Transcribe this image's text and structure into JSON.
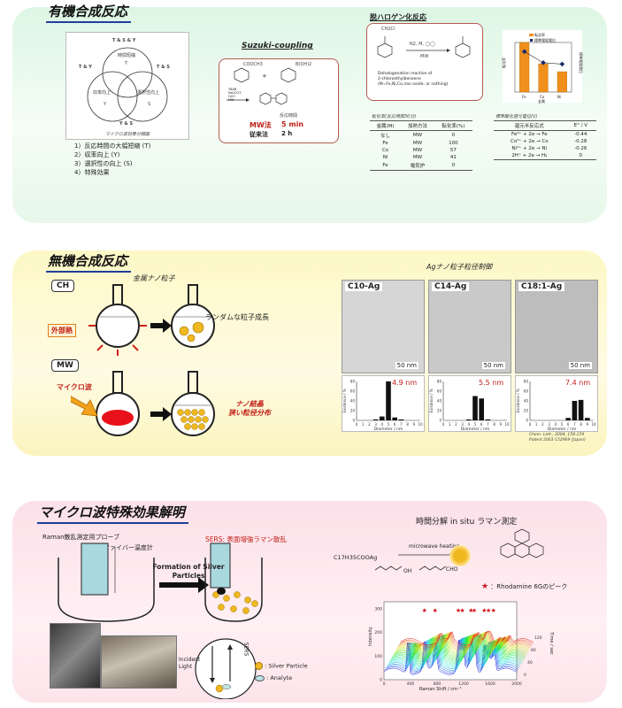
{
  "sections": {
    "organic": {
      "title": "有機合成反応",
      "venn": {
        "labels": [
          "T & S & Y",
          "時間短縮",
          "T",
          "T & Y",
          "T & S",
          "収率向上",
          "Y",
          "選択性向上",
          "S",
          "Y & S"
        ],
        "caption": "マイクロ波効果分類図"
      },
      "effects": [
        "1）反応時間の大幅短縮 (T)",
        "2）収率向上 (Y)",
        "3）選択性の向上 (S)",
        "4）特殊効果"
      ],
      "suzuki": {
        "title": "Suzuki-coupling",
        "reactant1": "COOCH3",
        "reactant2": "B(OH)2",
        "conditions": [
          "TBAB",
          "Na2CO3",
          "H2O",
          "MW"
        ],
        "time_header": "反応時間",
        "rows": [
          {
            "method": "MW法",
            "time": "5 min"
          },
          {
            "method": "従来法",
            "time": "2 h"
          }
        ]
      },
      "dehalo": {
        "title": "脱ハロゲン化反応",
        "substrate": "CH2Cl",
        "reagent": "N2, M, ◯◯",
        "condition": "MW",
        "desc": [
          "Dehalogenation reaction of",
          "2-chloroethylbenzene",
          "(M=Fe,Ni,Co,iron oxide, or nothing)"
        ],
        "table_caption": "転化率(反応時間30分)",
        "table_headers": [
          "金属(M)",
          "加熱方法",
          "転化率(%)"
        ],
        "table_rows": [
          [
            "なし",
            "MW",
            "0"
          ],
          [
            "Fe",
            "MW",
            "100"
          ],
          [
            "Co",
            "MW",
            "57"
          ],
          [
            "Ni",
            "MW",
            "41"
          ],
          [
            "Fe",
            "電気炉",
            "0"
          ]
        ]
      },
      "conv_chart": {
        "legend": [
          "転化率",
          "標準電極電位"
        ],
        "categories": [
          "Fe",
          "Co",
          "Ni"
        ],
        "xlabel": "金属",
        "ylabel_left": "転化率",
        "ylabel_right": "標準電極電位"
      },
      "potential": {
        "caption": "標準酸化還元電位(V)",
        "headers": [
          "還元半反応式",
          "E° / V"
        ],
        "rows": [
          [
            "Fe²⁺ + 2e → Fe",
            "-0.44"
          ],
          [
            "Co²⁺ + 2e → Co",
            "-0.28"
          ],
          [
            "Ni²⁺ + 2e → Ni",
            "-0.26"
          ],
          [
            "2H⁺ + 2e → H₂",
            "0"
          ]
        ]
      }
    },
    "inorganic": {
      "title": "無機合成反応",
      "metal_np": "金属ナノ粒子",
      "ch_label": "CH",
      "external_heat": "外部熱",
      "random_growth": "ランダムな粒子成長",
      "mw_label": "MW",
      "microwave": "マイクロ波",
      "nano_result": [
        "ナノ結晶",
        "狭い粒径分布"
      ],
      "ag_title": "Agナノ粒子粒径制御",
      "samples": [
        {
          "name": "C10-Ag",
          "scale": "50 nm",
          "size": "4.9 nm"
        },
        {
          "name": "C14-Ag",
          "scale": "50 nm",
          "size": "5.5 nm"
        },
        {
          "name": "C18:1-Ag",
          "scale": "50 nm",
          "size": "7.4 nm"
        }
      ],
      "hist_ylabel": "Existence / %",
      "hist_xlabel": "Diameter / nm",
      "hist_yticks": [
        "0",
        "20",
        "40",
        "60",
        "80"
      ],
      "hist_xticks": [
        "0",
        "1",
        "2",
        "3",
        "4",
        "5",
        "6",
        "7",
        "8",
        "9",
        "10"
      ],
      "citation": [
        "Chem. Lett., 2004, 158-159",
        "Patent 2003-152969 (Japan)"
      ]
    },
    "microwave_effect": {
      "title": "マイクロ波特殊効果解明",
      "probe": "Raman散乱測定用プローブ",
      "thermometer": "光ファイバー温度計",
      "formation": "Formation of Silver Particles",
      "sers": "SERS: 表面増強ラマン散乱",
      "incident": "Incident Light",
      "sers_label": "SERS",
      "silver_legend": ": Silver Particle",
      "analyte_legend": ": Analyte",
      "raman_title": "時間分解 in situ ラマン測定",
      "reaction_left": "C17H35COOAg",
      "reaction_arrow": "microwave heating",
      "oh_label": "OH",
      "cho_label": "CHO",
      "rhodamine": "：Rhodamine 6Gのピーク",
      "raman_chart": {
        "xlabel": "Raman Shift / cm⁻¹",
        "ylabel": "Intensity",
        "xticks": [
          "0",
          "400",
          "800",
          "1200",
          "1600",
          "2000"
        ],
        "yticks": [
          "0",
          "100",
          "200",
          "300"
        ],
        "time_label": "Time / sec",
        "time_ticks": [
          "0",
          "40",
          "80",
          "120"
        ],
        "peaks": [
          610,
          770,
          1120,
          1180,
          1310,
          1360,
          1510,
          1575,
          1650
        ]
      }
    }
  },
  "chart_data": [
    {
      "type": "bar",
      "categories": [
        "Fe",
        "Co",
        "Ni"
      ],
      "series": [
        {
          "name": "転化率",
          "values": [
            100,
            57,
            41
          ]
        },
        {
          "name": "標準電極電位",
          "values": [
            -0.44,
            -0.28,
            -0.26
          ]
        }
      ],
      "xlabel": "金属",
      "ylabel": "転化率"
    },
    {
      "type": "bar",
      "title": "C10-Ag",
      "categories": [
        "3",
        "4",
        "5",
        "6",
        "7"
      ],
      "values": [
        2,
        8,
        80,
        6,
        2
      ],
      "xlabel": "Diameter / nm",
      "ylabel": "Existence / %",
      "ylim": [
        0,
        80
      ]
    },
    {
      "type": "bar",
      "title": "C14-Ag",
      "categories": [
        "4",
        "5",
        "6",
        "7"
      ],
      "values": [
        2,
        50,
        45,
        2
      ],
      "xlabel": "Diameter / nm",
      "ylabel": "Existence / %",
      "ylim": [
        0,
        80
      ]
    },
    {
      "type": "bar",
      "title": "C18:1-Ag",
      "categories": [
        "6",
        "7",
        "8",
        "9"
      ],
      "values": [
        5,
        40,
        42,
        5
      ],
      "xlabel": "Diameter / nm",
      "ylabel": "Existence / %",
      "ylim": [
        0,
        80
      ]
    }
  ]
}
